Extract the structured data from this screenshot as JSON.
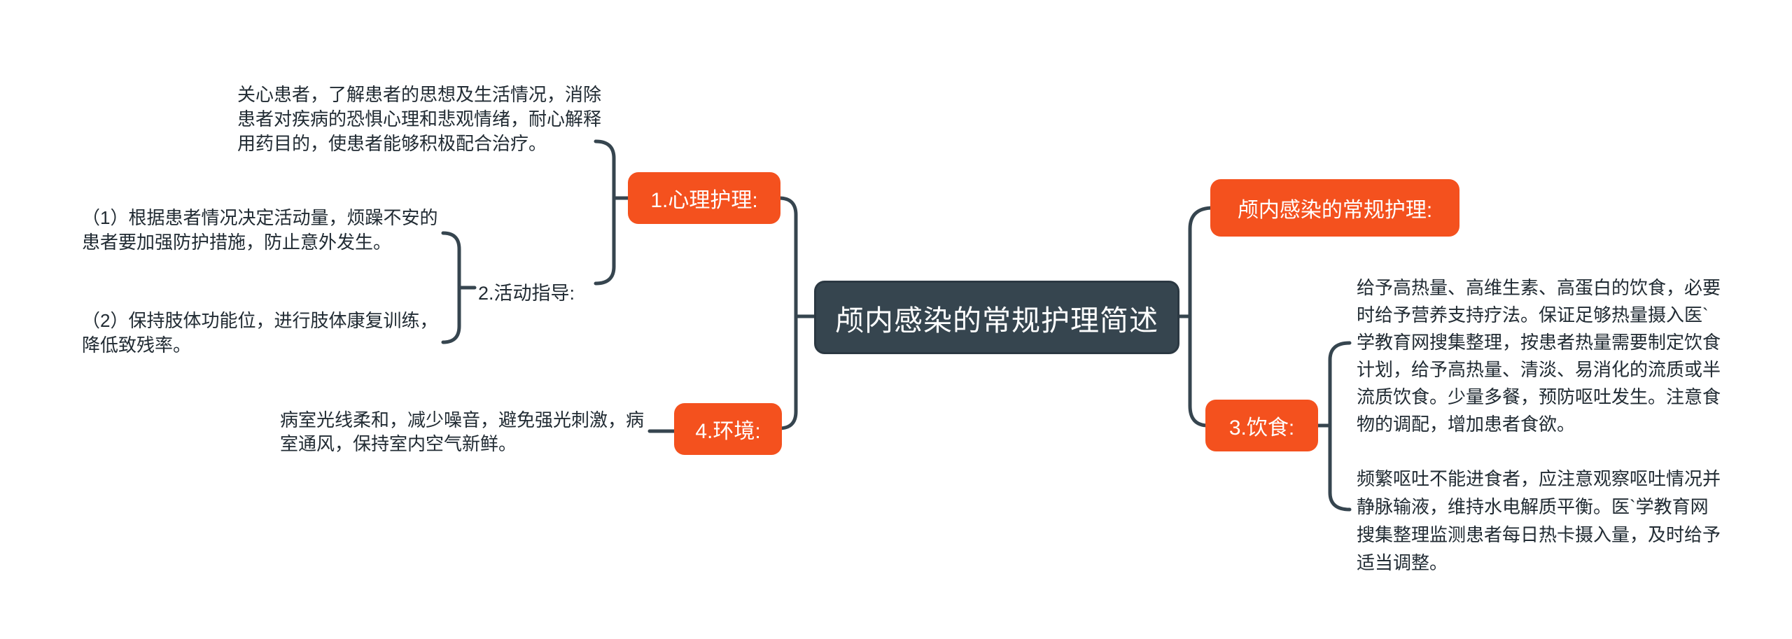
{
  "colors": {
    "accent_orange": "#f4511e",
    "slate": "#36454f",
    "text": "#212b33",
    "background": "#ffffff"
  },
  "central": {
    "label": "颅内感染的常规护理简述"
  },
  "left": {
    "topic1": {
      "label": "1.心理护理:",
      "note": "关心患者，了解患者的思想及生活情况，消除\n患者对疾病的恐惧心理和悲观情绪，耐心解释\n用药目的，使患者能够积极配合治疗。"
    },
    "topic2": {
      "label": "2.活动指导:",
      "notes": [
        "（1）根据患者情况决定活动量，烦躁不安的\n患者要加强防护措施，防止意外发生。",
        "（2）保持肢体功能位，进行肢体康复训练，\n降低致残率。"
      ]
    },
    "topic4": {
      "label": "4.环境:",
      "note": "病室光线柔和，减少噪音，避免强光刺激，病\n室通风，保持室内空气新鲜。"
    }
  },
  "right": {
    "header": {
      "label": "颅内感染的常规护理:"
    },
    "topic3": {
      "label": "3.饮食:",
      "notes": [
        "给予高热量、高维生素、高蛋白的饮食，必要\n时给予营养支持疗法。保证足够热量摄入医`\n学教育网搜集整理，按患者热量需要制定饮食\n计划，给予高热量、清淡、易消化的流质或半\n流质饮食。少量多餐，预防呕吐发生。注意食\n物的调配，增加患者食欲。",
        "频繁呕吐不能进食者，应注意观察呕吐情况并\n静脉输液，维持水电解质平衡。医`学教育网\n搜集整理监测患者每日热卡摄入量，及时给予\n适当调整。"
      ]
    }
  }
}
